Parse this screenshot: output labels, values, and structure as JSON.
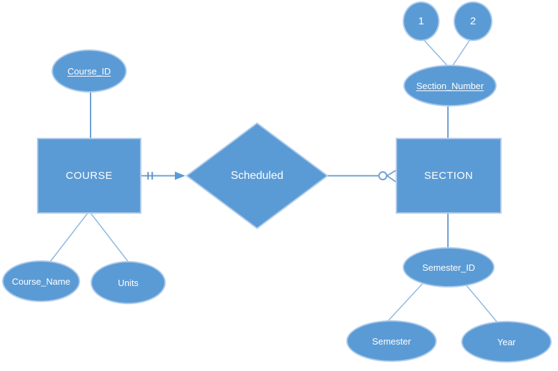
{
  "colors": {
    "shape_fill": "#5b9bd5",
    "shape_stroke": "#aecbec",
    "connector": "#6b9fd5",
    "label_text": "#ffffff"
  },
  "entities": [
    {
      "label": "COURSE"
    },
    {
      "label": "SECTION"
    }
  ],
  "relationships": [
    {
      "label": "Scheduled"
    }
  ],
  "attributes": [
    {
      "label": "Course_ID",
      "key": true
    },
    {
      "label": "Course_Name",
      "key": false
    },
    {
      "label": "Units",
      "key": false
    },
    {
      "label": "Section_Number",
      "key": true
    },
    {
      "label": "Semester_ID",
      "key": false
    },
    {
      "label": "Semester",
      "key": false
    },
    {
      "label": "Year",
      "key": false
    }
  ],
  "annotations": [
    {
      "label": "1"
    },
    {
      "label": "2"
    }
  ],
  "cardinality_markers": [
    {
      "name": "one-and-only-one-ticks",
      "side": "COURSE"
    },
    {
      "name": "arrow-right",
      "side": "COURSE"
    },
    {
      "name": "zero-or-many-crowfoot",
      "side": "SECTION"
    }
  ]
}
